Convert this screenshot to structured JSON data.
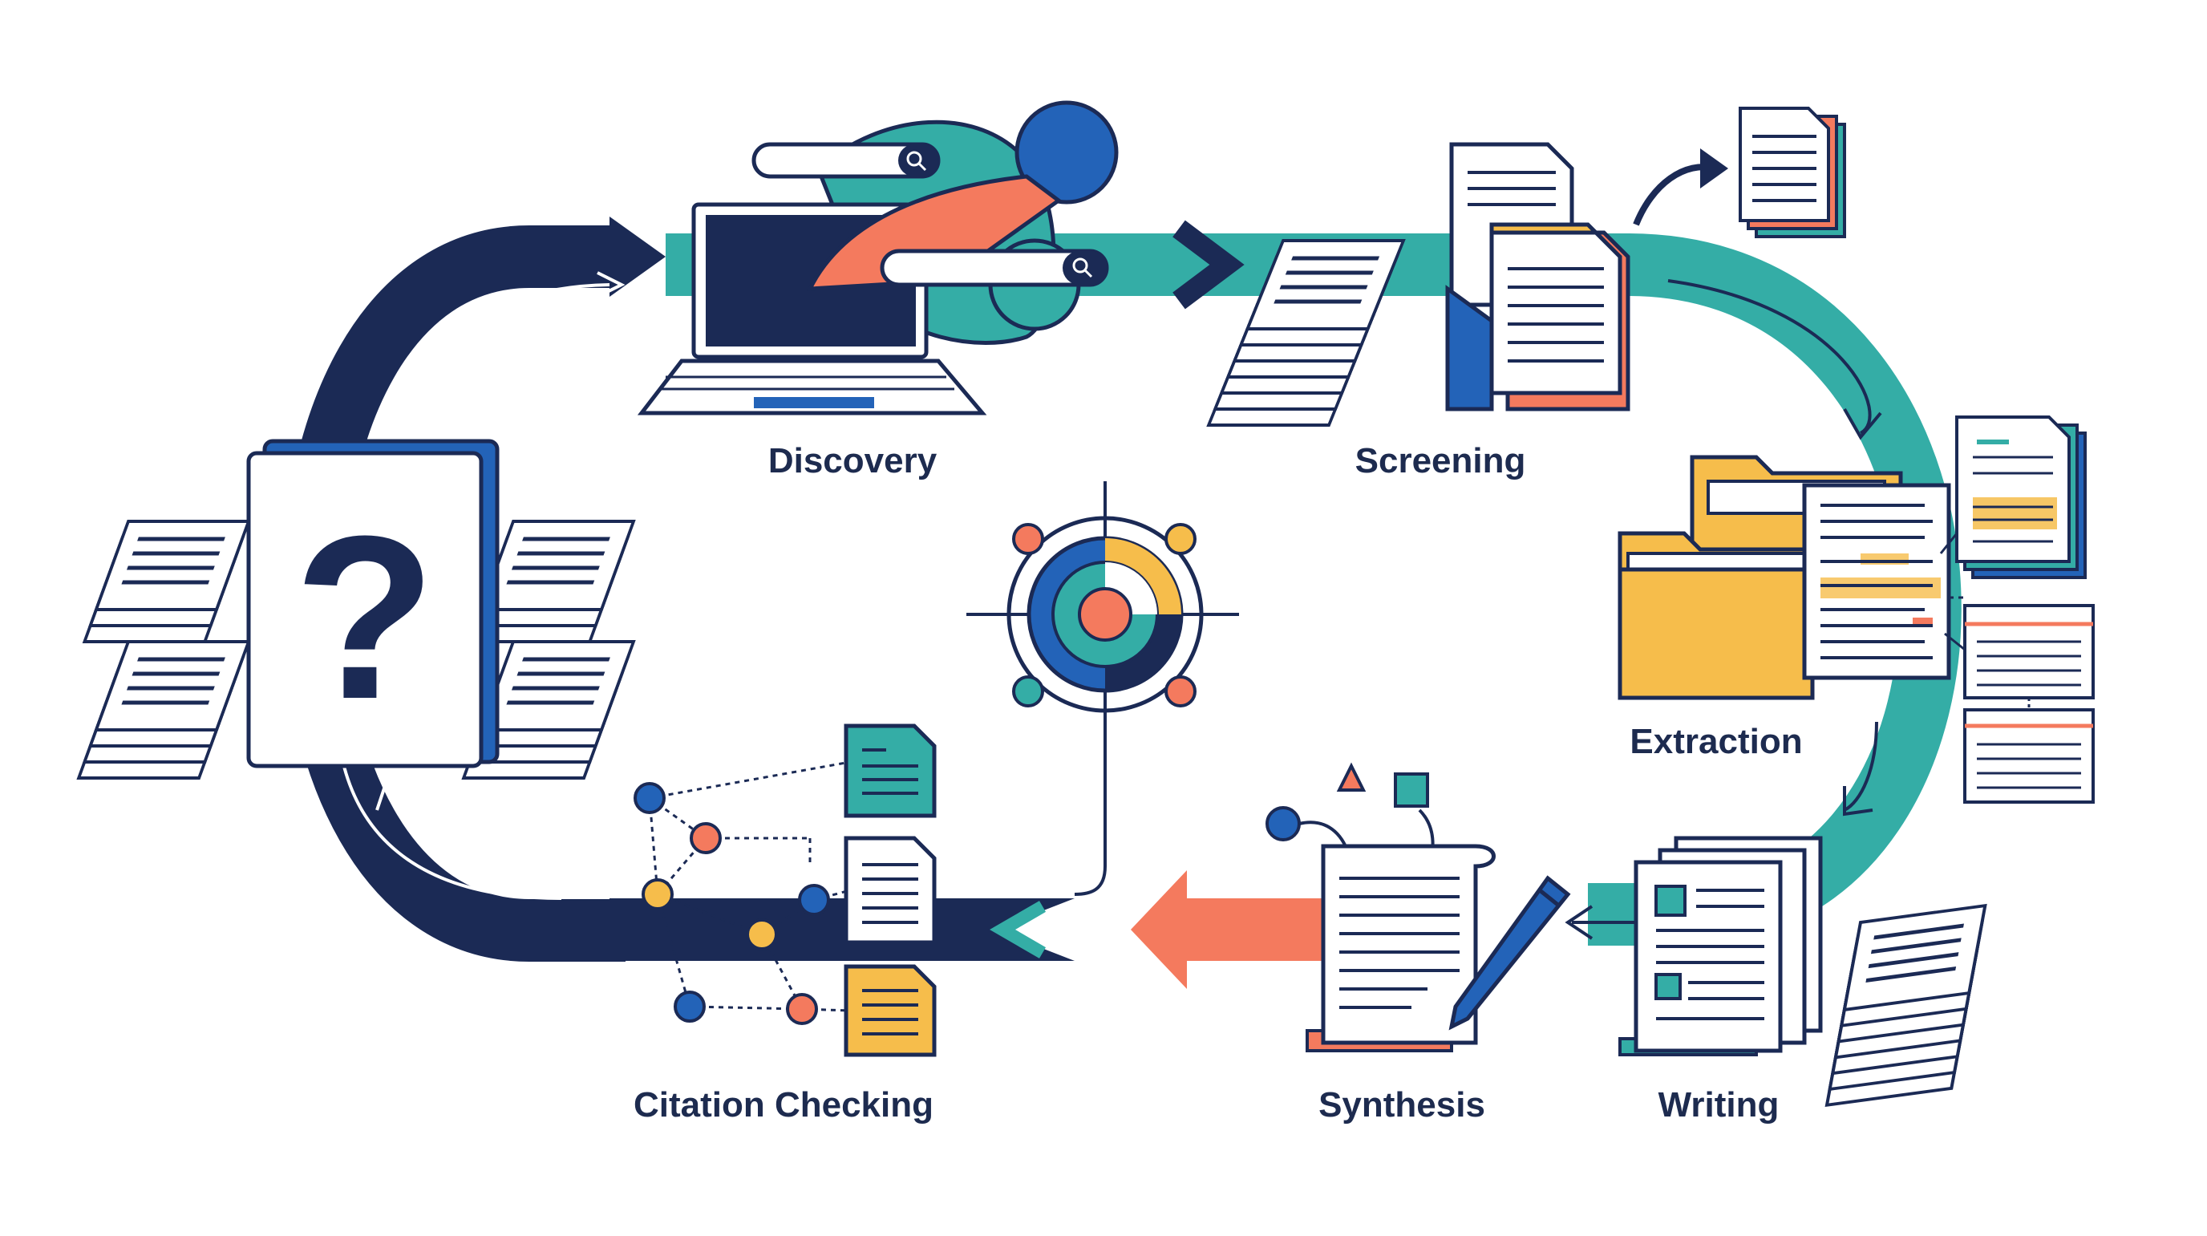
{
  "diagram": {
    "stages": [
      {
        "id": "discovery",
        "label": "Discovery"
      },
      {
        "id": "screening",
        "label": "Screening"
      },
      {
        "id": "extraction",
        "label": "Extraction"
      },
      {
        "id": "writing",
        "label": "Writing"
      },
      {
        "id": "synthesis",
        "label": "Synthesis"
      },
      {
        "id": "citation-checking",
        "label": "Citation Checking"
      }
    ],
    "center_symbol": "?",
    "colors": {
      "navy": "#1b2a55",
      "teal": "#34ada6",
      "coral": "#f47a5e",
      "yellow": "#f6bd4b",
      "blue": "#2363b8",
      "paper": "#ffffff",
      "outline": "#1b2a55"
    },
    "icons": [
      "question-document-icon",
      "paper-stack-icon",
      "laptop-search-icon",
      "search-bar-icon",
      "screening-documents-icon",
      "folder-icon",
      "highlighted-document-icon",
      "table-card-icon",
      "writing-documents-icon",
      "synthesis-scroll-icon",
      "pen-icon",
      "target-icon",
      "citation-network-icon"
    ]
  }
}
